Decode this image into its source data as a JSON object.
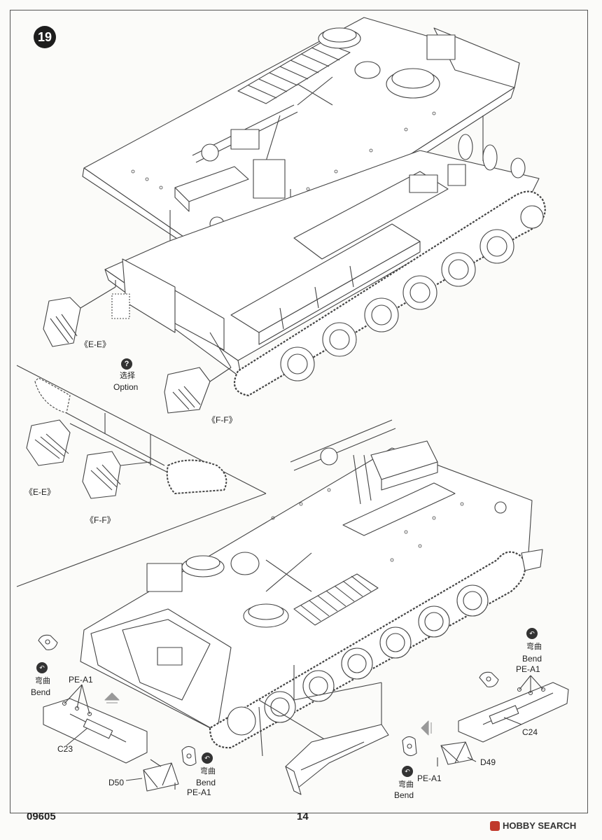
{
  "step": {
    "number": "19"
  },
  "option": {
    "cn": "选择",
    "en": "Option",
    "icon": "question-icon"
  },
  "views": {
    "ee_top": "《E-E》",
    "ff_top": "《F-F》",
    "ee_inset": "《E-E》",
    "ff_inset": "《F-F》"
  },
  "bend": {
    "cn": "弯曲",
    "en": "Bend",
    "icon": "bend-icon"
  },
  "parts": {
    "pe_a1": "PE-A1",
    "c23": "C23",
    "c24": "C24",
    "d49": "D49",
    "d50": "D50"
  },
  "footer": {
    "code": "09605",
    "page": "14"
  },
  "watermark": {
    "text": "HOBBY SEARCH"
  }
}
